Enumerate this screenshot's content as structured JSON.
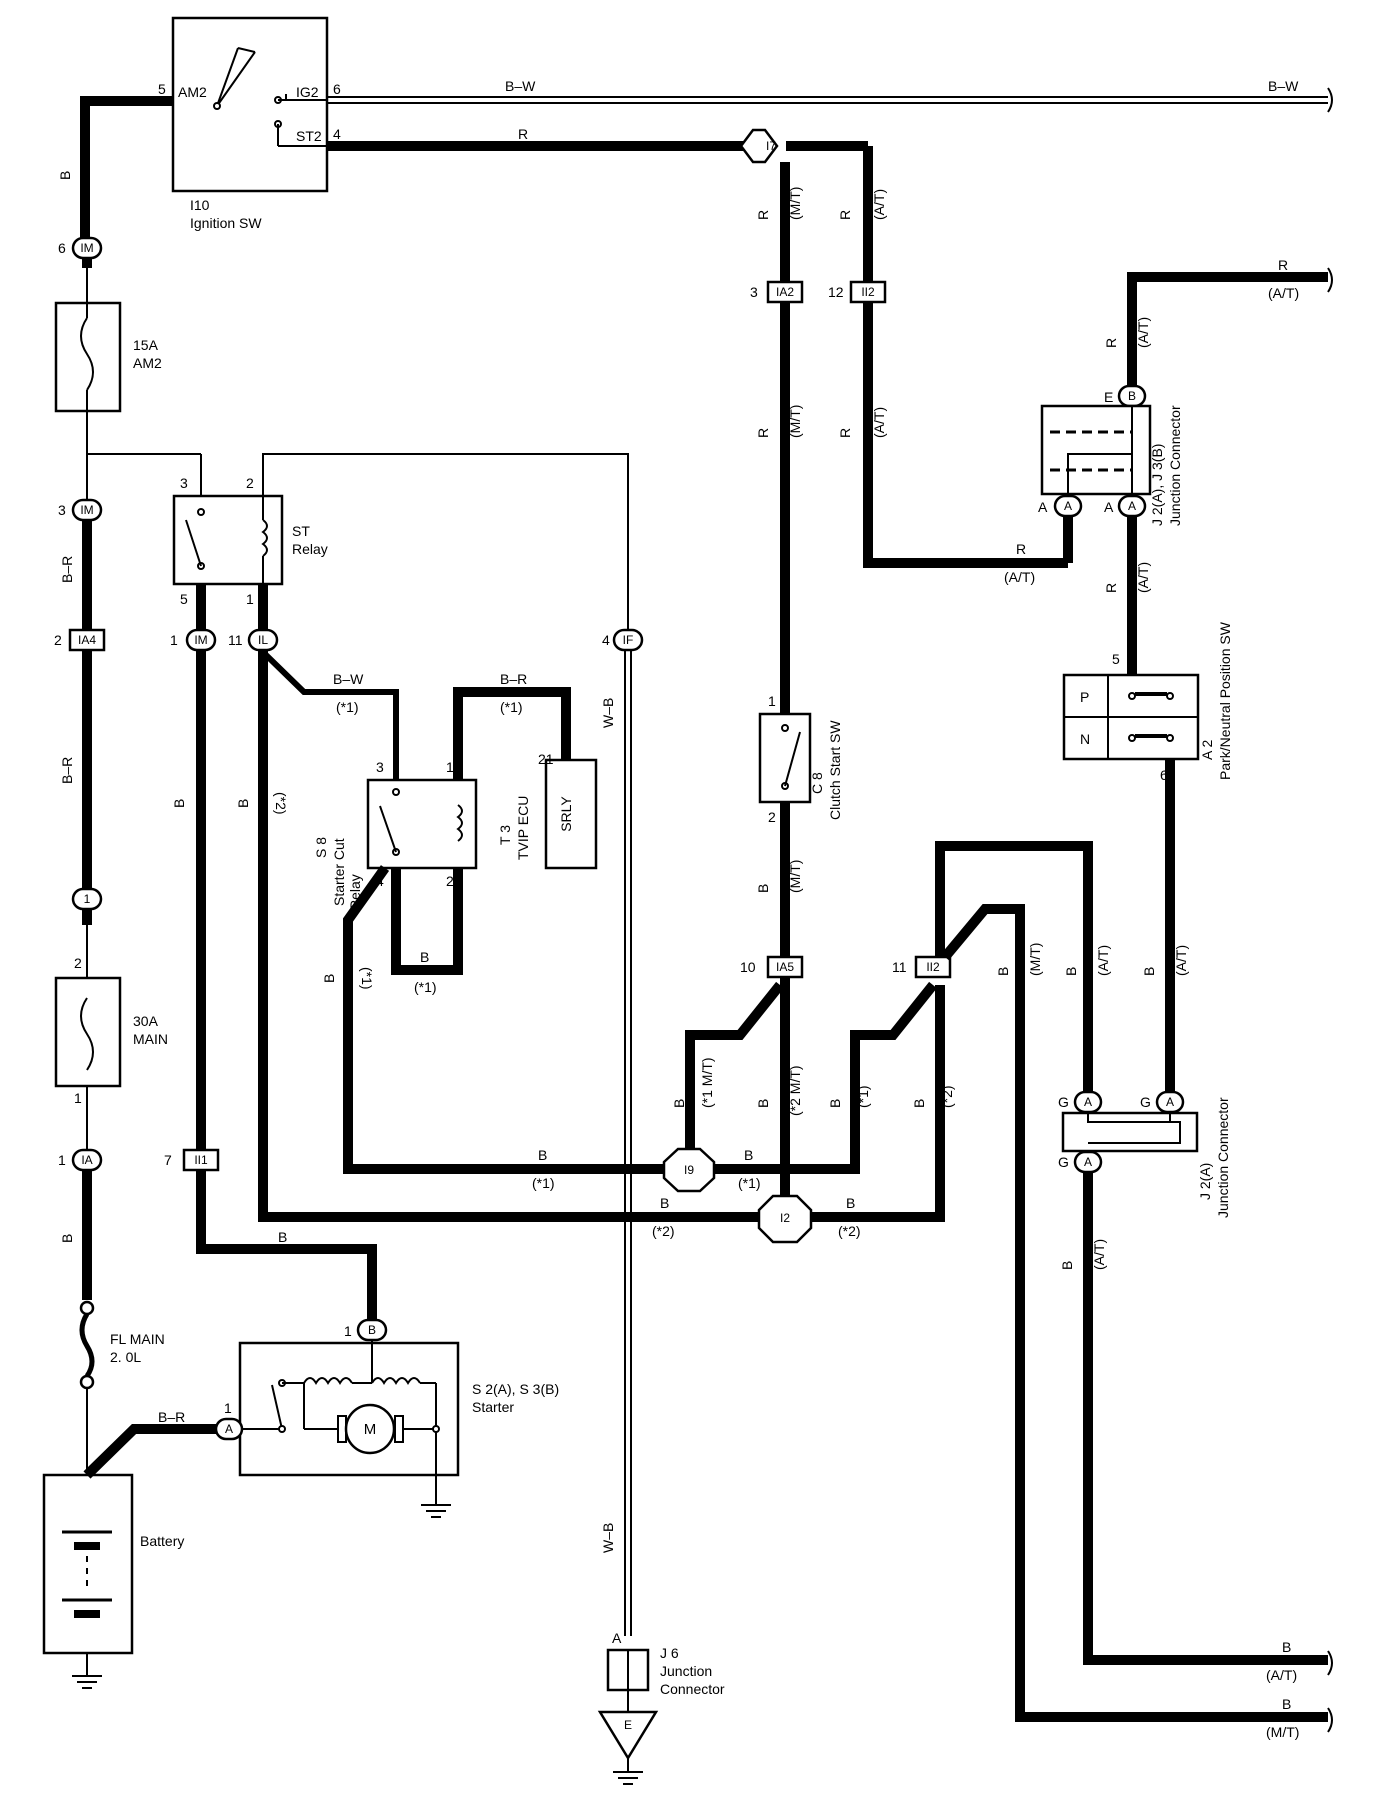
{
  "components": {
    "ignition_sw": {
      "id": "I10",
      "name": "Ignition SW",
      "am2": "AM2",
      "ig2": "IG2",
      "st2": "ST2",
      "pin5": "5",
      "pin6": "6",
      "pin4": "4"
    },
    "fuse_am2": {
      "rating": "15A",
      "name": "AM2"
    },
    "st_relay": {
      "name1": "ST",
      "name2": "Relay",
      "pin3": "3",
      "pin2": "2",
      "pin5": "5",
      "pin1": "1"
    },
    "fuse_main": {
      "rating": "30A",
      "name": "MAIN",
      "pin2": "2",
      "pin1": "1"
    },
    "fl_main": {
      "name": "FL MAIN",
      "spec": "2. 0L"
    },
    "battery": {
      "name": "Battery"
    },
    "starter": {
      "id": "S 2(A), S 3(B)",
      "name": "Starter",
      "motor": "M",
      "pin1a": "1",
      "pin1b": "1"
    },
    "starter_cut_relay": {
      "id": "S 8",
      "name1": "Starter Cut",
      "name2": "Relay",
      "pin3": "3",
      "pin1": "1",
      "pin4": "4",
      "pin2": "2"
    },
    "tvip_ecu": {
      "id": "T 3",
      "name": "TVIP ECU",
      "srly": "SRLY",
      "pin": "21"
    },
    "clutch_sw": {
      "id": "C 8",
      "name": "Clutch Start SW",
      "pin1": "1",
      "pin2": "2"
    },
    "jc_j2j3": {
      "id": "J 2(A), J 3(B)",
      "name": "Junction Connector",
      "pinE": "E",
      "pinA1": "A",
      "pinA2": "A"
    },
    "pnp_sw": {
      "id": "A 2",
      "name": "Park/Neutral Position SW",
      "p": "P",
      "n": "N",
      "pin5": "5",
      "pin6": "6"
    },
    "jc_j2": {
      "id": "J 2(A)",
      "name": "Junction Connector",
      "g1": "G",
      "g2": "G",
      "g3": "G"
    },
    "jc_j6": {
      "id": "J 6",
      "name1": "Junction",
      "name2": "Connector",
      "pinA": "A"
    }
  },
  "connectors": {
    "IM_top": "IM",
    "IM_mid": "IM",
    "IA4": "IA4",
    "c1": "1",
    "IA": "IA",
    "IM_relay": "IM",
    "IL": "IL",
    "IF": "IF",
    "II1": "II1",
    "B_starter": "B",
    "A_starter": "A",
    "I7": "I7",
    "IA2": "IA2",
    "II2_top": "II2",
    "IA5": "IA5",
    "II2_bot": "II2",
    "I9": "I9",
    "I2": "I2",
    "E_gnd": "E",
    "B_jc": "B",
    "A_jc1": "A",
    "A_jc2": "A",
    "A_g1": "A",
    "A_g2": "A",
    "A_g3": "A"
  },
  "pin_numbers": {
    "p6_im": "6",
    "p3_im": "3",
    "p2_ia4": "2",
    "p1_ia": "1",
    "p1_im": "1",
    "p11_il": "11",
    "p4_if": "4",
    "p7_ii1": "7",
    "p3_ia2": "3",
    "p12_ii2": "12",
    "p10_ia5": "10",
    "p11_ii2": "11"
  },
  "wire_labels": {
    "bw_top": "B–W",
    "bw_right": "B–W",
    "r_top": "R",
    "b_left": "B",
    "br1": "B–R",
    "br2": "B–R",
    "b_fl": "B",
    "br_starter": "B–R",
    "b_ii1": "B",
    "b_im": "B",
    "b_il": "B",
    "star2": "(*2)",
    "bw_cut": "B–W",
    "star1a": "(*1)",
    "br_cut": "B–R",
    "star1b": "(*1)",
    "wb1": "W–B",
    "wb2": "W–B",
    "b_s4": "B",
    "star1c": "(*1)",
    "b_s2": "B",
    "star1d": "(*1)",
    "r_mt1": "R",
    "mt1": "(M/T)",
    "r_at1": "R",
    "at1": "(A/T)",
    "r_mt2": "R",
    "mt2": "(M/T)",
    "r_at2": "R",
    "at2": "(A/T)",
    "r_at3": "R",
    "at3": "(A/T)",
    "r_right": "R",
    "at_right": "(A/T)",
    "r_e": "R",
    "at_e": "(A/T)",
    "r_pnp": "R",
    "at_pnp": "(A/T)",
    "b_mt3": "B",
    "mt3": "(M/T)",
    "b_mt_a": "B",
    "mt_a": "(*1 M/T)",
    "b_mt_b": "B",
    "mt_b": "(*2 M/T)",
    "b_s1e": "B",
    "star1e": "(*1)",
    "b_s2e": "B",
    "star2e": "(*2)",
    "b_i9": "B",
    "star1f": "(*1)",
    "b_i9r": "B",
    "star1g": "(*1)",
    "b_i2l": "B",
    "star2f": "(*2)",
    "b_i2r": "B",
    "star2g": "(*2)",
    "b_mt4": "B",
    "mt4": "(M/T)",
    "b_at4": "B",
    "at4": "(A/T)",
    "b_at5": "B",
    "at5": "(A/T)",
    "b_at6": "B",
    "at6": "(A/T)",
    "b_out1": "B",
    "at_out1": "(A/T)",
    "b_out2": "B",
    "mt_out2": "(M/T)"
  }
}
